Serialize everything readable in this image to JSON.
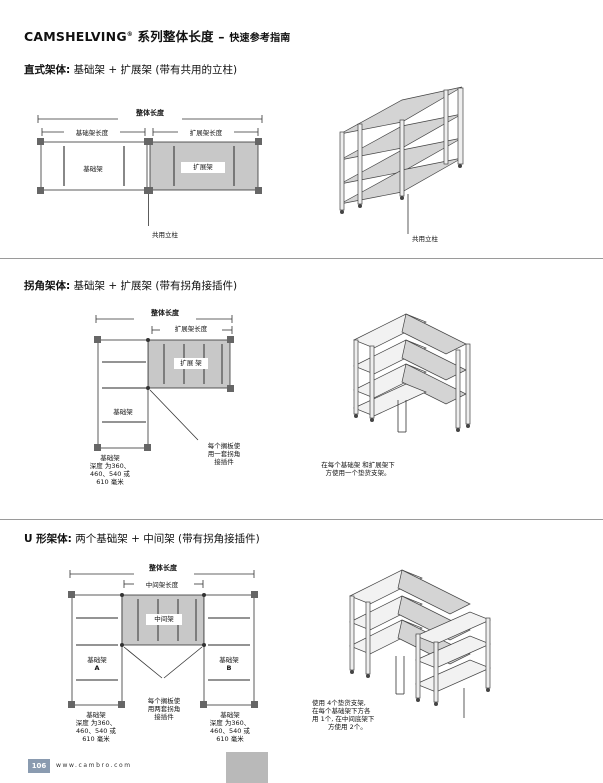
{
  "header": {
    "brand": "CAMSHELVING",
    "reg": "®",
    "title_rest": " 系列整体长度",
    "dash": " – ",
    "subtitle": "快速参考指南"
  },
  "sections": {
    "straight": {
      "title_bold": "直式架体:",
      "title_rest": " 基础架 + 扩展架 (带有共用的立柱)",
      "overall": "整体长度",
      "base_len": "基础架长度",
      "ext_len": "扩展架长度",
      "base": "基础架",
      "ext": "扩展架",
      "post": "共用立柱",
      "post_right": "共用立柱"
    },
    "corner": {
      "title_bold": "拐角架体:",
      "title_rest": " 基础架 + 扩展架 (带有拐角接插件)",
      "overall": "整体长度",
      "ext_len": "扩展架长度",
      "ext": "扩展 架",
      "base": "基础架",
      "depth_lines": [
        "基础架",
        "深度 为360、",
        "460、540 或",
        "610 毫米"
      ],
      "connector_lines": [
        "每个搁板使",
        "用一套拐角",
        "接插件"
      ],
      "caster_lines": [
        "在每个基础架 和扩展架下",
        "方使用一个垫货支架。"
      ]
    },
    "u": {
      "title_bold": "U 形架体:",
      "title_rest": " 两个基础架 + 中间架 (带有拐角接插件)",
      "overall": "整体长度",
      "mid_len": "中间架长度",
      "mid": "中间架",
      "base_a_1": "基础架",
      "base_a_2": "A",
      "base_b_1": "基础架",
      "base_b_2": "B",
      "connector_lines": [
        "每个搁板使",
        "用两套拐角",
        "接插件"
      ],
      "depth_a": [
        "基础架",
        "深度 为360、",
        "460、540 或",
        "610 毫米"
      ],
      "depth_b": [
        "基础架",
        "深度 为360、",
        "460、540 或",
        "610 毫米"
      ],
      "caster_lines": [
        "使用 4个垫货支架,",
        "在每个基础架下方各",
        "用 1个, 在中间底架下",
        "方使用 2个。"
      ]
    }
  },
  "footer": {
    "page": "106",
    "url": "www.cambro.com"
  }
}
